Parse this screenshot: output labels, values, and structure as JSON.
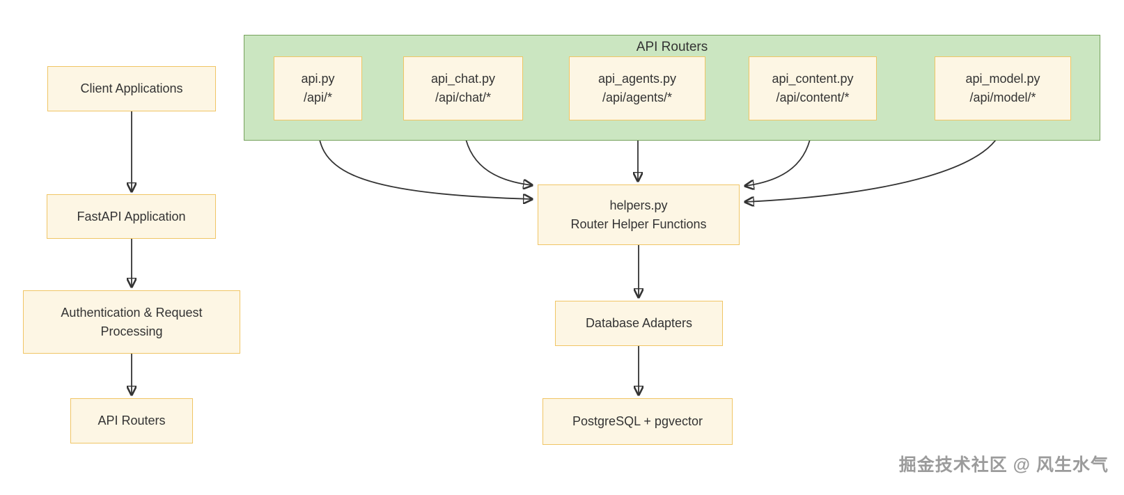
{
  "colors": {
    "node_fill": "#fdf6e4",
    "node_border": "#f0c564",
    "group_fill": "#cbe6c1",
    "group_border": "#75a15b",
    "arrow": "#333333",
    "text": "#333333",
    "watermark_text_color": "#9b9b9b"
  },
  "left_flow": {
    "client": "Client Applications",
    "fastapi": "FastAPI Application",
    "auth": "Authentication & Request Processing",
    "routers": "API Routers"
  },
  "router_group": {
    "title": "API Routers",
    "nodes": [
      {
        "file": "api.py",
        "route": "/api/*"
      },
      {
        "file": "api_chat.py",
        "route": "/api/chat/*"
      },
      {
        "file": "api_agents.py",
        "route": "/api/agents/*"
      },
      {
        "file": "api_content.py",
        "route": "/api/content/*"
      },
      {
        "file": "api_model.py",
        "route": "/api/model/*"
      }
    ]
  },
  "pipeline": {
    "helpers_file": "helpers.py",
    "helpers_desc": "Router Helper Functions",
    "db_adapters": "Database Adapters",
    "database": "PostgreSQL + pgvector"
  },
  "edges": [
    {
      "from": "Client Applications",
      "to": "FastAPI Application"
    },
    {
      "from": "FastAPI Application",
      "to": "Authentication & Request Processing"
    },
    {
      "from": "Authentication & Request Processing",
      "to": "API Routers"
    },
    {
      "from": "api.py",
      "to": "helpers.py"
    },
    {
      "from": "api_chat.py",
      "to": "helpers.py"
    },
    {
      "from": "api_agents.py",
      "to": "helpers.py"
    },
    {
      "from": "api_content.py",
      "to": "helpers.py"
    },
    {
      "from": "api_model.py",
      "to": "helpers.py"
    },
    {
      "from": "helpers.py",
      "to": "Database Adapters"
    },
    {
      "from": "Database Adapters",
      "to": "PostgreSQL + pgvector"
    }
  ],
  "watermark": "掘金技术社区 @ 风生水气"
}
